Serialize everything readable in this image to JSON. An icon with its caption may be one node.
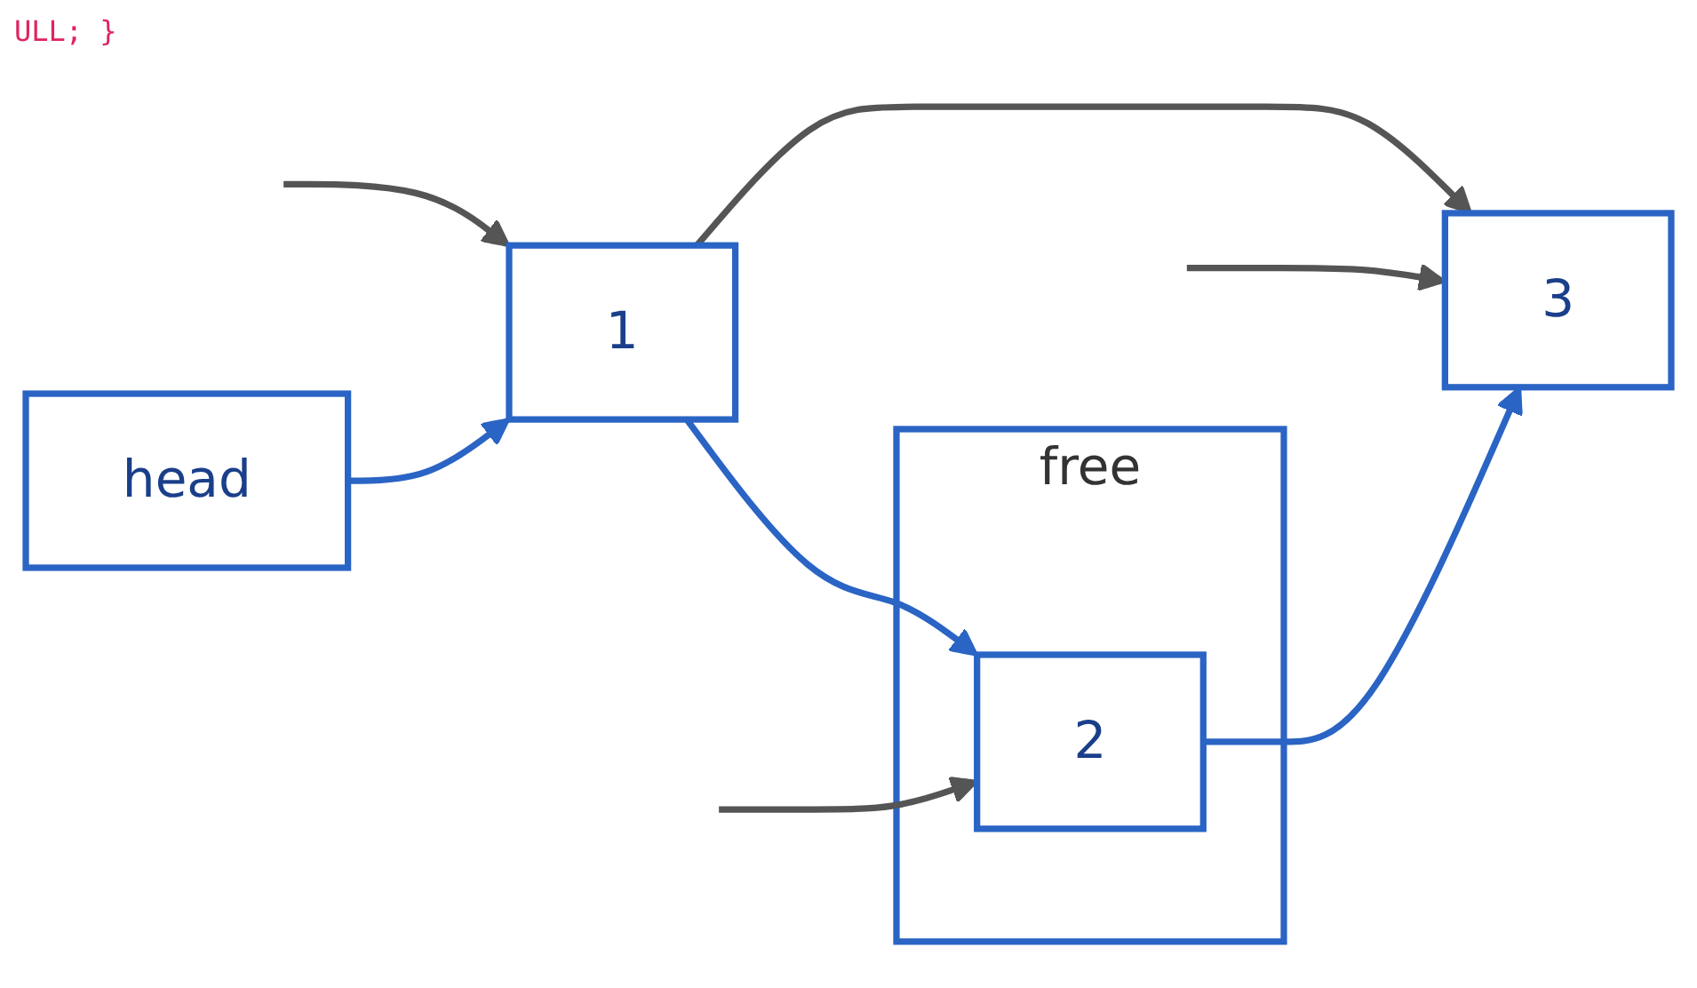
{
  "diagram": {
    "nodes": [
      {
        "text": [
          "head"
        ]
      },
      {
        "text": [
          "1"
        ]
      },
      {
        "text": [
          "free"
        ]
      },
      {
        "text": [
          "2"
        ],
        "in": 2
      },
      {
        "text": [
          "3"
        ]
      }
    ],
    "edges": [
      {
        "from": 0,
        "to": 1,
        "arrow": "to",
        "color": "#2a64c4"
      },
      {
        "from": 1,
        "to": 3,
        "arrow": "to",
        "color": "#2a64c4"
      },
      {
        "from": 3,
        "to": 4,
        "arrow": "to",
        "color": "#2a64c4"
      },
      {
        "from": 1,
        "to": 4,
        "arrow": "to"
      },
      {
        "from": null,
        "to": 1,
        "arrow": "to"
      },
      {
        "from": null,
        "to": 3,
        "arrow": "to"
      },
      {
        "from": null,
        "to": 4,
        "arrow": "to"
      }
    ],
    "labels": [
      "ULL; }"
    ]
  }
}
